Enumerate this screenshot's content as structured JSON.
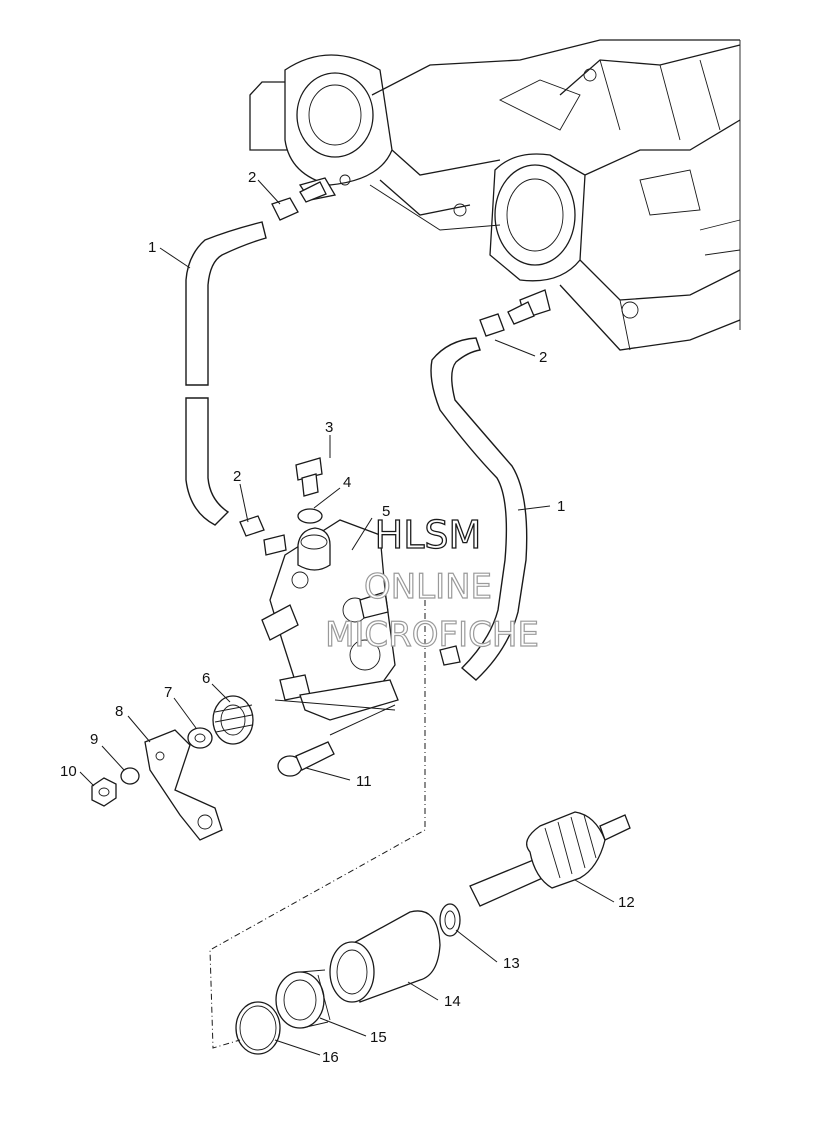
{
  "callouts": [
    {
      "id": "c1a",
      "text": "1"
    },
    {
      "id": "c1b",
      "text": "1"
    },
    {
      "id": "c2a",
      "text": "2"
    },
    {
      "id": "c2b",
      "text": "2"
    },
    {
      "id": "c2c",
      "text": "2"
    },
    {
      "id": "c3",
      "text": "3"
    },
    {
      "id": "c4",
      "text": "4"
    },
    {
      "id": "c5",
      "text": "5"
    },
    {
      "id": "c6",
      "text": "6"
    },
    {
      "id": "c7",
      "text": "7"
    },
    {
      "id": "c8",
      "text": "8"
    },
    {
      "id": "c9",
      "text": "9"
    },
    {
      "id": "c10",
      "text": "10"
    },
    {
      "id": "c11",
      "text": "11"
    },
    {
      "id": "c12",
      "text": "12"
    },
    {
      "id": "c13",
      "text": "13"
    },
    {
      "id": "c14",
      "text": "14"
    },
    {
      "id": "c15",
      "text": "15"
    },
    {
      "id": "c16",
      "text": "16"
    }
  ],
  "watermark": {
    "line1": "HLSM",
    "line2": "ONLINE",
    "line3": "MICROFICHE"
  }
}
